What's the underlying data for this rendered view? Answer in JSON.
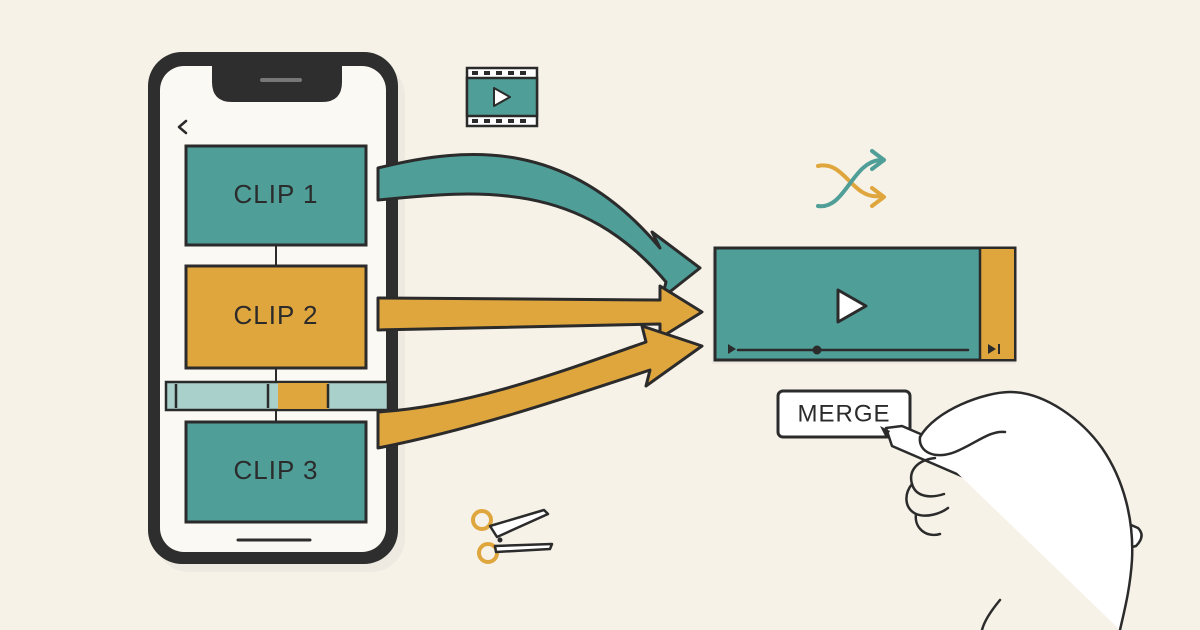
{
  "colors": {
    "background": "#f6f2e8",
    "teal": "#4f9e98",
    "mustard": "#e0a63e",
    "ink": "#2b2b2b",
    "light_teal": "#a9d0cb"
  },
  "clips": [
    {
      "label": "CLIP 1",
      "color": "#4f9e98"
    },
    {
      "label": "CLIP 2",
      "color": "#e0a63e"
    },
    {
      "label": "CLIP 3",
      "color": "#4f9e98"
    }
  ],
  "merge": {
    "label": "MERGE"
  },
  "icons": [
    "back-chevron-icon",
    "film-strip-icon",
    "play-icon",
    "shuffle-icon",
    "scissors-icon",
    "stylus-icon",
    "hand-icon"
  ]
}
